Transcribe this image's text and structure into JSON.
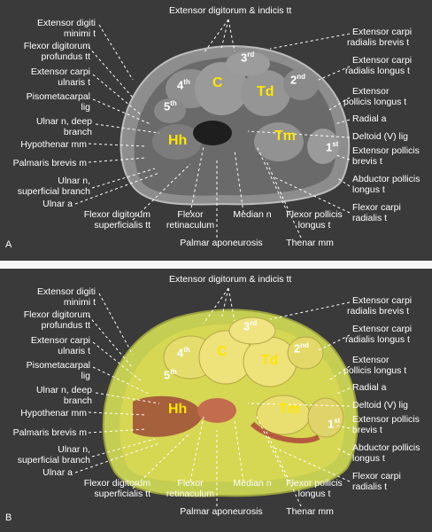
{
  "panels": [
    {
      "letter": "A",
      "style": "mri",
      "colors": {
        "outer": "#9a9a9a",
        "inner": "#5c5c5c",
        "bone": "#8a8a8a",
        "text_bone": "#ffe600"
      }
    },
    {
      "letter": "B",
      "style": "anatomical",
      "colors": {
        "outer": "#c6cf54",
        "inner": "#d8d650",
        "bone": "#e8e070",
        "text_bone": "#ffe600"
      }
    }
  ],
  "labels": {
    "ext_indicis": "Extensor digitorum & indicis tt",
    "ext_digiti_minimi_1": "Extensor digiti",
    "ext_digiti_minimi_2": "minimi t",
    "fdp_1": "Flexor digitorum",
    "fdp_2": "profundus tt",
    "ecu_1": "Extensor carpi",
    "ecu_2": "ulnaris t",
    "pisomet_1": "Pisometacarpal",
    "pisomet_2": "lig",
    "ulnar_deep_1": "Ulnar n, deep",
    "ulnar_deep_2": "branch",
    "hypothenar": "Hypothenar mm",
    "palmaris_brevis": "Palmaris brevis m",
    "ulnar_sup_1": "Ulnar n,",
    "ulnar_sup_2": "superficial branch",
    "ulnar_a": "Ulnar a",
    "fds_1": "Flexor digitorum",
    "fds_2": "superficialis tt",
    "flexor_ret_1": "Flexor",
    "flexor_ret_2": "retinaculum",
    "palmar_apo": "Palmar aponeurosis",
    "median": "Median n",
    "fpl_1": "Flexor pollicis",
    "fpl_2": "longus t",
    "thenar": "Thenar mm",
    "ecrb_1": "Extensor carpi",
    "ecrb_2": "radialis brevis t",
    "ecrl_1": "Extensor carpi",
    "ecrl_2": "radialis longus t",
    "epl_1": "Extensor",
    "epl_2": "pollicis longus t",
    "radial_a": "Radial a",
    "deltoid": "Deltoid (V) lig",
    "epb_1": "Extensor pollicis",
    "epb_2": "brevis t",
    "apl_1": "Abductor pollicis",
    "apl_2": "longus t",
    "fcr_1": "Flexor carpi",
    "fcr_2": "radialis t"
  },
  "bones": {
    "C": "C",
    "Td": "Td",
    "Tm": "Tm",
    "Hh": "Hh",
    "mc3": "3",
    "mc3_sup": "rd",
    "mc2": "2",
    "mc2_sup": "nd",
    "mc4": "4",
    "mc4_sup": "th",
    "mc5": "5",
    "mc5_sup": "th",
    "mc1": "1",
    "mc1_sup": "st"
  }
}
